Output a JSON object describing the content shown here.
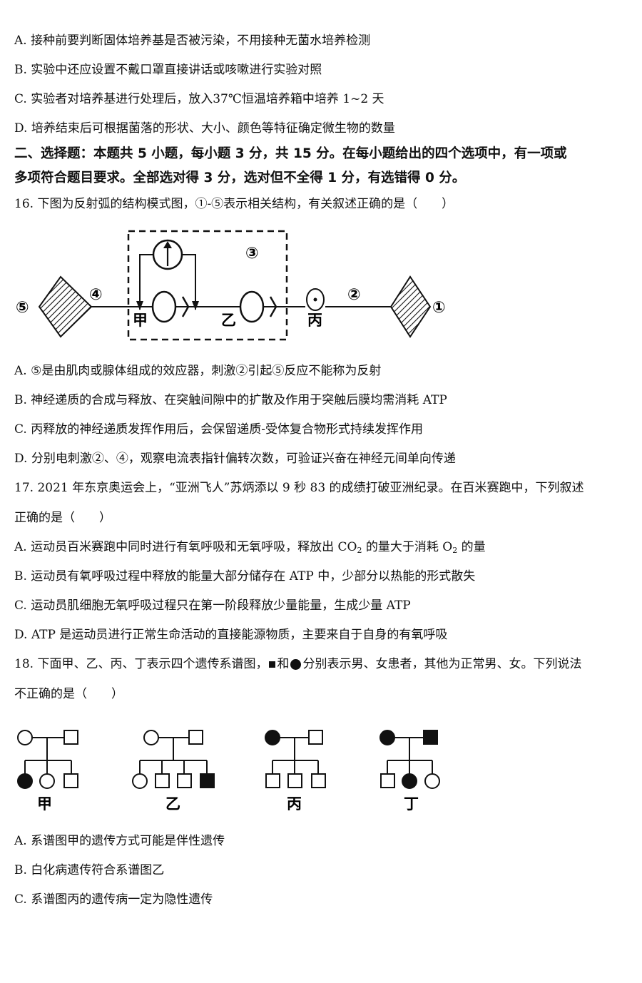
{
  "q15_options": {
    "A": "A. 接种前要判断固体培养基是否被污染，不用接种无菌水培养检测",
    "B": "B. 实验中还应设置不戴口罩直接讲话或咳嗽进行实验对照",
    "C": "C. 实验者对培养基进行处理后，放入37℃恒温培养箱中培养 1~2 天",
    "D": "D. 培养结束后可根据菌落的形状、大小、颜色等特征确定微生物的数量"
  },
  "section2": {
    "line1": "二、选择题：本题共 5 小题，每小题 3 分，共 15 分。在每小题给出的四个选项中，有一项或",
    "line2": "多项符合题目要求。全部选对得 3 分，选对但不全得 1 分，有选错得 0 分。"
  },
  "q16": {
    "stem": "16. 下图为反射弧的结构模式图，①-⑤表示相关结构，有关叙述正确的是（　　）",
    "diagram_labels": {
      "n5": "⑤",
      "n4": "④",
      "n3": "③",
      "n2": "②",
      "n1": "①",
      "jia": "甲",
      "yi": "乙",
      "bing": "丙"
    },
    "A": "A. ⑤是由肌肉或腺体组成的效应器，刺激②引起⑤反应不能称为反射",
    "B": "B. 神经递质的合成与释放、在突触间隙中的扩散及作用于突触后膜均需消耗 ATP",
    "C": "C. 丙释放的神经递质发挥作用后，会保留递质-受体复合物形式持续发挥作用",
    "D": "D. 分别电刺激②、④，观察电流表指针偏转次数，可验证兴奋在神经元间单向传递"
  },
  "q17": {
    "stem1": "17. 2021 年东京奥运会上，“亚洲飞人”苏炳添以 9 秒 83 的成绩打破亚洲纪录。在百米赛跑中，下列叙述",
    "stem2": "正确的是（　　）",
    "A_pre": "A. 运动员百米赛跑中同时进行有氧呼吸和无氧呼吸，释放出 CO",
    "A_sub1": "2",
    "A_mid": " 的量大于消耗 O",
    "A_sub2": "2",
    "A_post": " 的量",
    "B": "B. 运动员有氧呼吸过程中释放的能量大部分储存在 ATP 中，少部分以热能的形式散失",
    "C": "C. 运动员肌细胞无氧呼吸过程只在第一阶段释放少量能量，生成少量 ATP",
    "D": "D. ATP 是运动员进行正常生命活动的直接能源物质，主要来自于自身的有氧呼吸"
  },
  "q18": {
    "stem1_pre": "18. 下面甲、乙、丙、丁表示四个遗传系谱图，",
    "stem1_mid": "和",
    "stem1_post": "分别表示男、女患者，其他为正常男、女。下列说法",
    "stem2": "不正确的是（　　）",
    "pedigree_labels": [
      "甲",
      "乙",
      "丙",
      "丁"
    ],
    "A": "A. 系谱图甲的遗传方式可能是伴性遗传",
    "B": "B. 白化病遗传符合系谱图乙",
    "C": "C. 系谱图丙的遗传病一定为隐性遗传"
  }
}
